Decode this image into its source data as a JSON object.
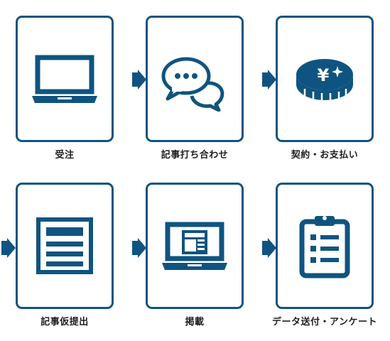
{
  "steps": [
    {
      "label": "受注",
      "icon": "laptop-icon"
    },
    {
      "label": "記事打ち合わせ",
      "icon": "chat-bubbles-icon"
    },
    {
      "label": "契約・お支払い",
      "icon": "yen-coin-icon"
    },
    {
      "label": "記事仮提出",
      "icon": "document-icon"
    },
    {
      "label": "掲載",
      "icon": "laptop-article-icon"
    },
    {
      "label": "データ送付・アンケート",
      "icon": "clipboard-icon"
    }
  ],
  "colors": {
    "primary": "#0f5480",
    "text": "#1f1f1f"
  }
}
